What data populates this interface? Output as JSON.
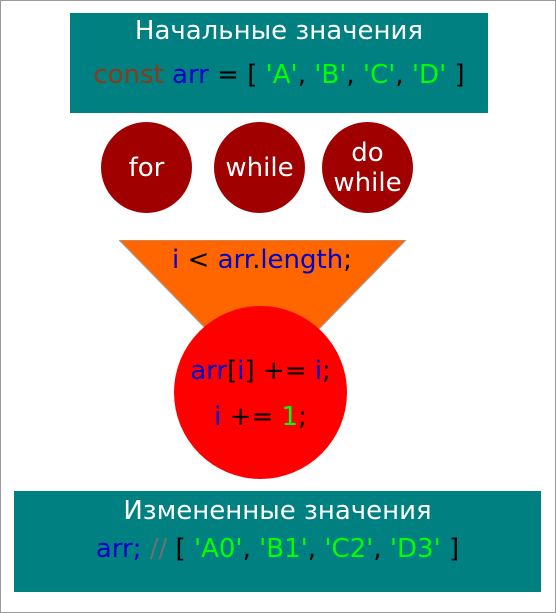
{
  "colors": {
    "box": "#008080",
    "loop_circle": "#a00000",
    "funnel": "#ff6600",
    "body_circle": "#ff0000",
    "keyword": "#8b3a1a",
    "identifier": "#0000cc",
    "string": "#00ff00",
    "comment": "#707070"
  },
  "initial": {
    "title": "Начальные значения",
    "code": {
      "keyword": "const",
      "name": "arr",
      "assign": "=",
      "open": "[",
      "values": [
        "'A'",
        "'B'",
        "'C'",
        "'D'"
      ],
      "close": "]"
    }
  },
  "loops": [
    "for",
    "while",
    [
      "do",
      "while"
    ]
  ],
  "condition": {
    "var": "i",
    "op": "<",
    "obj": "arr",
    "dot": ".",
    "prop": "length",
    "end": ";"
  },
  "body": {
    "line1": {
      "arr": "arr",
      "lb": "[",
      "idx": "i",
      "rb": "]",
      "op": "+=",
      "rhs": "i",
      "end": ";"
    },
    "line2": {
      "var": "i",
      "op": "+=",
      "num": "1",
      "end": ";"
    }
  },
  "result": {
    "title": "Измененные значения",
    "code": {
      "name": "arr",
      "end": ";",
      "comment": "//",
      "open": "[",
      "values": [
        "'A0'",
        "'B1'",
        "'C2'",
        "'D3'"
      ],
      "close": "]"
    }
  }
}
